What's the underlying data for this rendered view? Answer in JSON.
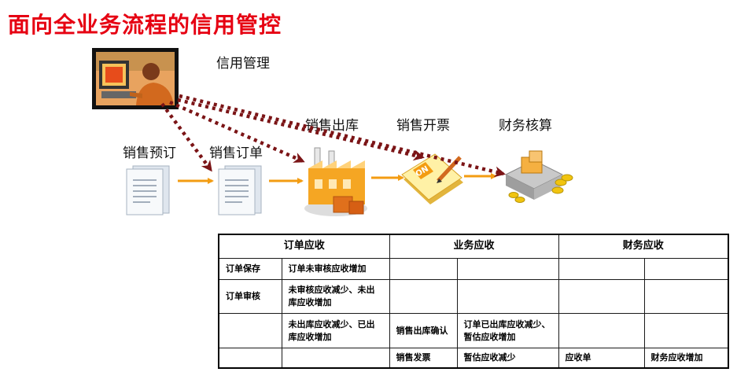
{
  "title": "面向全业务流程的信用管控",
  "credit_mgmt": {
    "label": "信用管理",
    "icon": "computer-user-icon"
  },
  "process": [
    {
      "label": "销售预订",
      "icon": "document-icon"
    },
    {
      "label": "销售订单",
      "icon": "document-icon"
    },
    {
      "label": "销售出库",
      "icon": "factory-icon"
    },
    {
      "label": "销售开票",
      "icon": "invoice-pad-icon"
    },
    {
      "label": "财务核算",
      "icon": "finance-coins-icon"
    }
  ],
  "colors": {
    "title": "#e60012",
    "flow_arrow": "#f39c12",
    "dotted_arrow": "#7b1416"
  },
  "table": {
    "headers": [
      "订单应收",
      "业务应收",
      "财务应收"
    ],
    "rows": [
      [
        "订单保存",
        "订单未审核应收增加",
        "",
        "",
        "",
        ""
      ],
      [
        "订单审核",
        "未审核应收减少、未出库应收增加",
        "",
        "",
        "",
        ""
      ],
      [
        "",
        "未出库应收减少、已出库应收增加",
        "销售出库确认",
        "订单已出库应收减少、暂估应收增加",
        "",
        ""
      ],
      [
        "",
        "",
        "销售发票",
        "暂估应收减少",
        "应收单",
        "财务应收增加"
      ]
    ]
  }
}
